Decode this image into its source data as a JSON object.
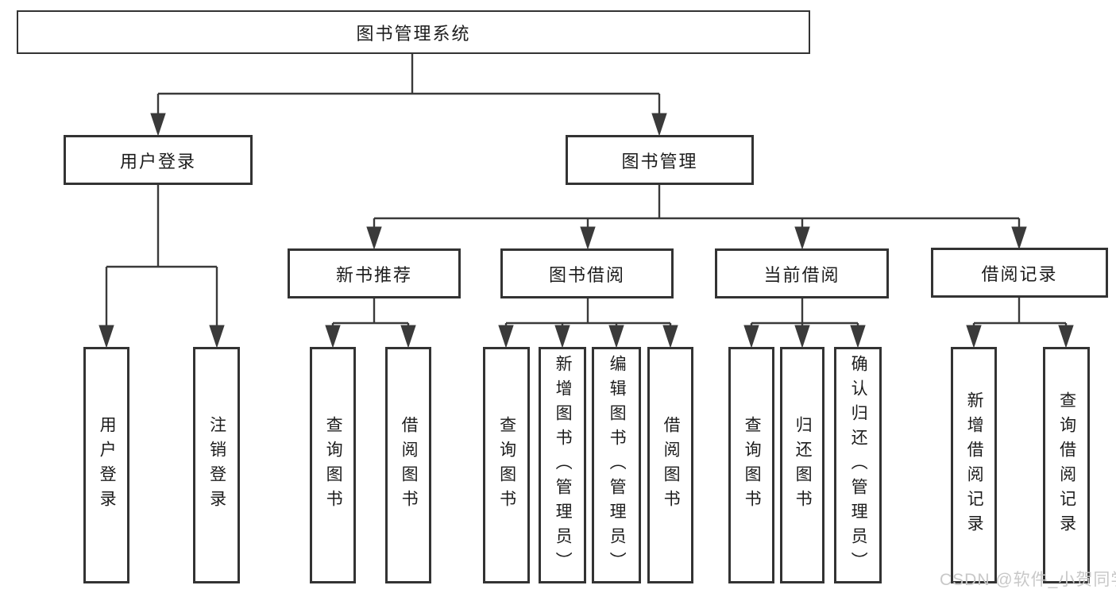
{
  "colors": {
    "background": "#ffffff",
    "line": "#3a3a3a",
    "border": "#333333",
    "text": "#1c1c1c",
    "watermark": "#c8c8c8"
  },
  "diagram": {
    "root": {
      "label": "图书管理系统"
    },
    "branches": [
      {
        "label": "用户登录",
        "children": [
          {
            "label": "用户登录"
          },
          {
            "label": "注销登录"
          }
        ]
      },
      {
        "label": "图书管理",
        "children": [
          {
            "label": "新书推荐",
            "children": [
              {
                "label": "查询图书"
              },
              {
                "label": "借阅图书"
              }
            ]
          },
          {
            "label": "图书借阅",
            "children": [
              {
                "label": "查询图书"
              },
              {
                "label": "新增图书（管理员）"
              },
              {
                "label": "编辑图书（管理员）"
              },
              {
                "label": "借阅图书"
              }
            ]
          },
          {
            "label": "当前借阅",
            "children": [
              {
                "label": "查询图书"
              },
              {
                "label": "归还图书"
              },
              {
                "label": "确认归还（管理员）"
              }
            ]
          },
          {
            "label": "借阅记录",
            "children": [
              {
                "label": "新增借阅记录"
              },
              {
                "label": "查询借阅记录"
              }
            ]
          }
        ]
      }
    ]
  },
  "watermark": {
    "text": "CSDN @软件_小贺同学"
  }
}
